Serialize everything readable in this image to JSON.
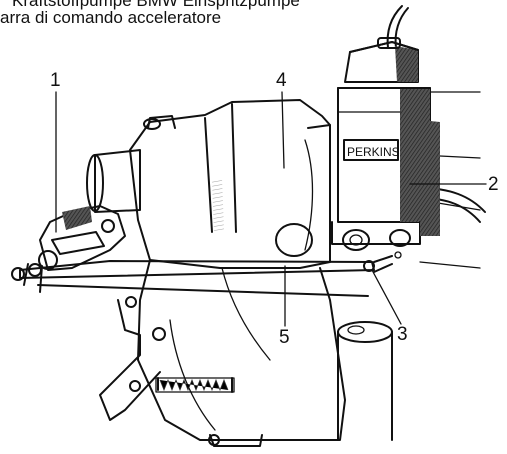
{
  "caption": {
    "line1": "Kraftstoffpumpe BMW Einspritzpumpe",
    "line2": "arra di comando acceleratore"
  },
  "callouts": [
    {
      "id": "1",
      "label": "1"
    },
    {
      "id": "2",
      "label": "2"
    },
    {
      "id": "3",
      "label": "3"
    },
    {
      "id": "4",
      "label": "4"
    },
    {
      "id": "5",
      "label": "5"
    }
  ],
  "device_plate": {
    "text": "PERKINS"
  }
}
